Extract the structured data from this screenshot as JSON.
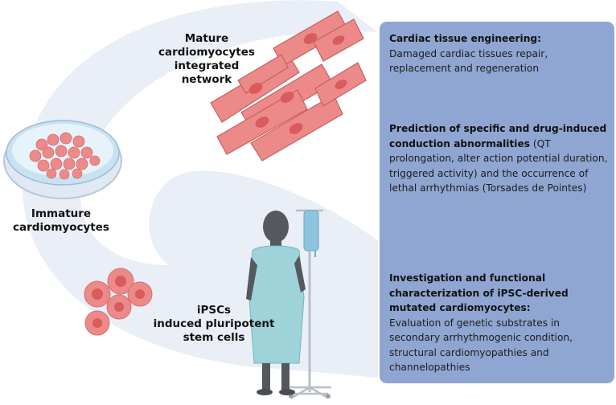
{
  "labels": {
    "mature": [
      "Mature",
      "cardiomyocytes",
      "integrated network"
    ],
    "immature": [
      "Immature",
      "cardiomyocytes"
    ],
    "ipsc": [
      "iPSCs",
      "induced pluripotent",
      "stem cells"
    ]
  },
  "blocks": [
    {
      "heading": "Cardiac tissue engineering:",
      "text": "Damaged cardiac tissues repair, replacement and regeneration"
    },
    {
      "heading": "Prediction of specific and drug-induced conduction abnormalities",
      "text": " (QT prolongation, alter action potential duration, triggered activity) and the occurrence of lethal arrhythmias (Torsades de Pointes)"
    },
    {
      "heading": "Investigation and functional characterization of iPSC-derived mutated cardiomyocytes:",
      "text": "Evaluation of genetic substrates in secondary arrhythmogenic condition, structural cardiomyopathies and channelopathies"
    }
  ],
  "colors": {
    "panel": "#8fa6d2",
    "arc": "#e9eef7",
    "cell_fill": "#ec8a8a",
    "cell_nucleus": "#d95b5b",
    "patient": "#55595e",
    "gown": "#9ed3da",
    "iv_bag": "#8ec4dd"
  },
  "icons": [
    "petri-dish-icon",
    "cardiomyocyte-network-icon",
    "stem-cell-icon",
    "patient-icon",
    "iv-stand-icon"
  ]
}
